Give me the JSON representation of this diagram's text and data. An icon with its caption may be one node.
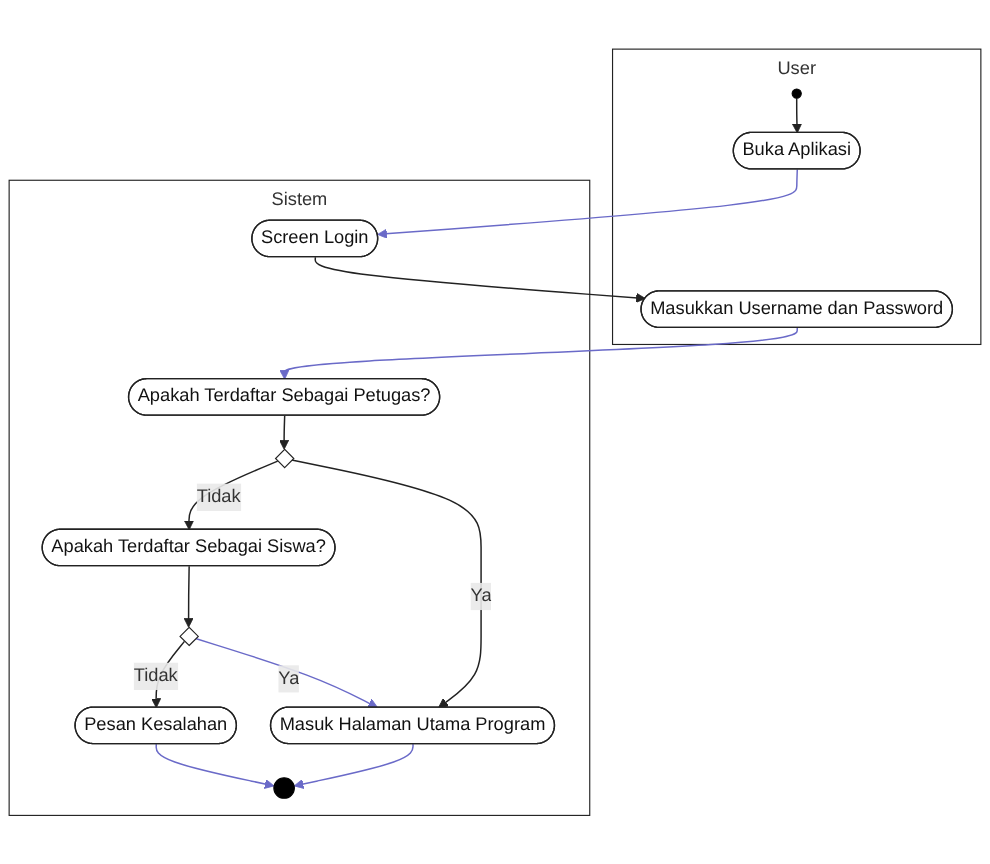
{
  "diagram": {
    "nodes": [
      {
        "text": [
          "User"
        ]
      },
      {
        "text": [
          "Sistem"
        ]
      },
      {
        "text": [],
        "shape": "circle",
        "in": 0
      },
      {
        "text": [
          "Buka Aplikasi"
        ],
        "in": 0
      },
      {
        "text": [
          "Screen Login"
        ],
        "in": 1
      },
      {
        "text": [
          "Masukkan Username dan Password"
        ],
        "in": 0
      },
      {
        "text": [
          "Apakah Terdaftar Sebagai Petugas?"
        ],
        "in": 1
      },
      {
        "text": [],
        "shape": "diamond",
        "in": 1
      },
      {
        "text": [
          "Apakah Terdaftar Sebagai Siswa?"
        ],
        "in": 1
      },
      {
        "text": [],
        "shape": "diamond",
        "in": 1
      },
      {
        "text": [
          "Pesan Kesalahan"
        ],
        "in": 1
      },
      {
        "text": [
          "Masuk Halaman Utama Program"
        ],
        "in": 1
      },
      {
        "text": [],
        "shape": "circle",
        "in": 1
      }
    ],
    "edges": [
      {
        "from": 2,
        "to": 3,
        "arrow": "to"
      },
      {
        "from": 3,
        "to": 4,
        "arrow": "to",
        "color": "#6a6ac8"
      },
      {
        "from": 4,
        "to": 5,
        "arrow": "to"
      },
      {
        "from": 5,
        "to": 6,
        "arrow": "to",
        "color": "#6a6ac8"
      },
      {
        "from": 6,
        "to": 7,
        "arrow": "to"
      },
      {
        "from": 7,
        "to": 8,
        "label": "Tidak",
        "arrow": "to"
      },
      {
        "from": 7,
        "to": 11,
        "label": "Ya",
        "arrow": "to"
      },
      {
        "from": 8,
        "to": 9,
        "arrow": "to"
      },
      {
        "from": 9,
        "to": 10,
        "label": "Tidak",
        "arrow": "to"
      },
      {
        "from": 9,
        "to": 11,
        "label": "Ya",
        "arrow": "to",
        "color": "#6a6ac8"
      },
      {
        "from": 10,
        "to": 12,
        "arrow": "to",
        "color": "#6a6ac8"
      },
      {
        "from": 11,
        "to": 12,
        "arrow": "to",
        "color": "#6a6ac8"
      }
    ]
  }
}
